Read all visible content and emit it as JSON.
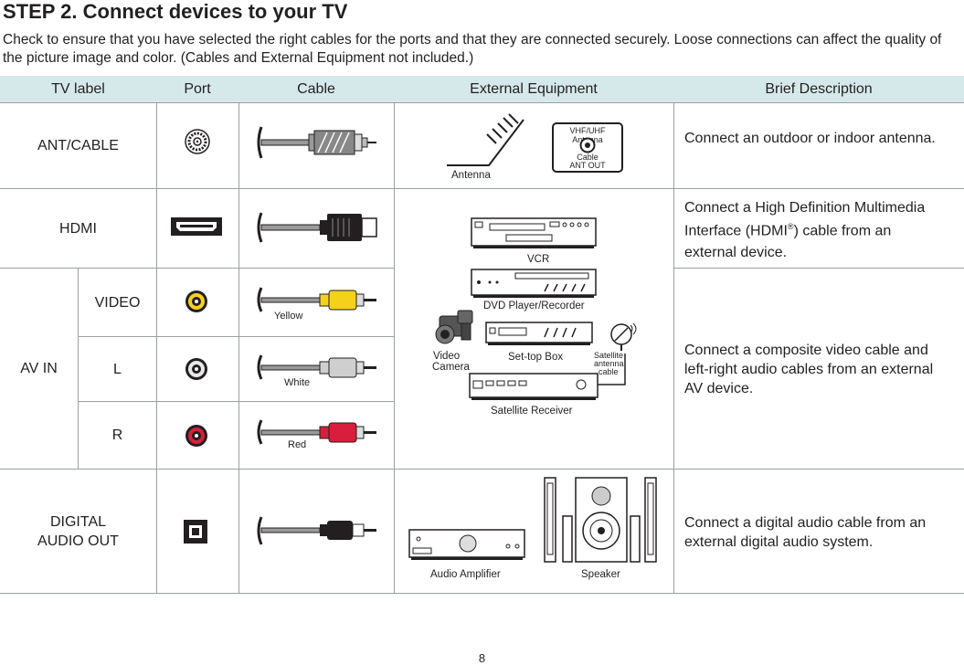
{
  "page": {
    "title": "STEP 2. Connect devices to your TV",
    "intro": "Check to ensure that you have selected the right cables for the ports and that they are connected securely. Loose connections can affect the quality of the picture image and color. (Cables and External Equipment not included.)",
    "page_number": "8"
  },
  "table": {
    "headers": [
      "TV label",
      "Port",
      "Cable",
      "External Equipment",
      "Brief Description"
    ],
    "rows": {
      "ant": {
        "label": "ANT/CABLE",
        "description": "Connect an outdoor or indoor antenna."
      },
      "hdmi": {
        "label": "HDMI",
        "description_line1": "Connect a High Definition Multimedia",
        "description_line2_pre": "Interface (HDMI",
        "description_reg": "®",
        "description_line2_post": ") cable from an",
        "description_line3": "external device."
      },
      "av": {
        "group_label": "AV IN",
        "sub_video": "VIDEO",
        "sub_l": "L",
        "sub_r": "R",
        "description": "Connect a composite video cable and left-right audio cables from an external AV device."
      },
      "digital": {
        "label_line1": "DIGITAL",
        "label_line2": "AUDIO OUT",
        "description": "Connect a digital audio cable from an external digital audio system."
      }
    },
    "cable_labels": {
      "yellow": "Yellow",
      "white": "White",
      "red": "Red"
    },
    "equipment": {
      "antenna": "Antenna",
      "box_line1": "VHF/UHF Antenna",
      "box_line2": "Cable",
      "box_line3": "ANT OUT",
      "vcr": "VCR",
      "dvd": "DVD Player/Recorder",
      "video_camera_line1": "Video",
      "video_camera_line2": "Camera",
      "settop": "Set-top Box",
      "sat_cable_line1": "Satellite",
      "sat_cable_line2": "antenna",
      "sat_cable_line3": "cable",
      "sat_receiver": "Satellite Receiver",
      "amplifier": "Audio Amplifier",
      "speaker": "Speaker"
    }
  },
  "colors": {
    "header_bg": "#d6e9ea",
    "yellow": "#f5d21a",
    "white": "#e8e8e8",
    "red": "#d81e3c",
    "rule": "#9aa0a3"
  }
}
